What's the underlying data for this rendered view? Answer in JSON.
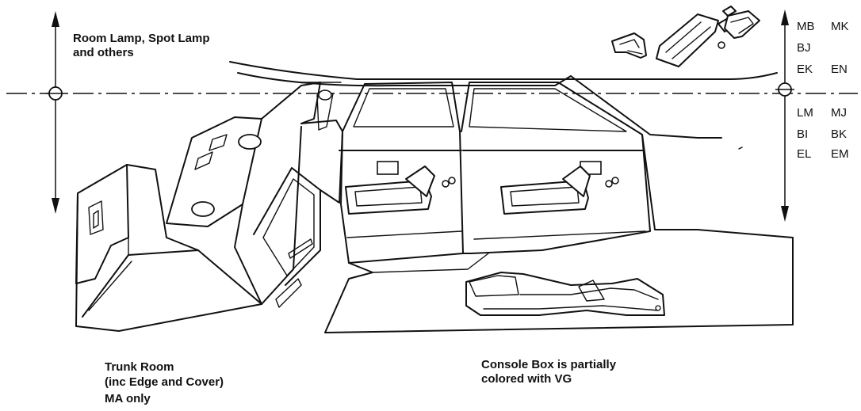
{
  "labels": {
    "top_left_line1": "Room Lamp, Spot Lamp",
    "top_left_line2": "and others",
    "trunk_line1": "Trunk Room",
    "trunk_line2": "(inc Edge and Cover)",
    "trunk_line3": "MA only",
    "console_line1": "Console Box is partially",
    "console_line2": "colored with VG"
  },
  "codes_upper": [
    [
      "MB",
      "MK"
    ],
    [
      "BJ",
      ""
    ],
    [
      "EK",
      "EN"
    ]
  ],
  "codes_lower": [
    [
      "LM",
      "MJ"
    ],
    [
      "BI",
      "BK"
    ],
    [
      "EL",
      "EM"
    ]
  ]
}
